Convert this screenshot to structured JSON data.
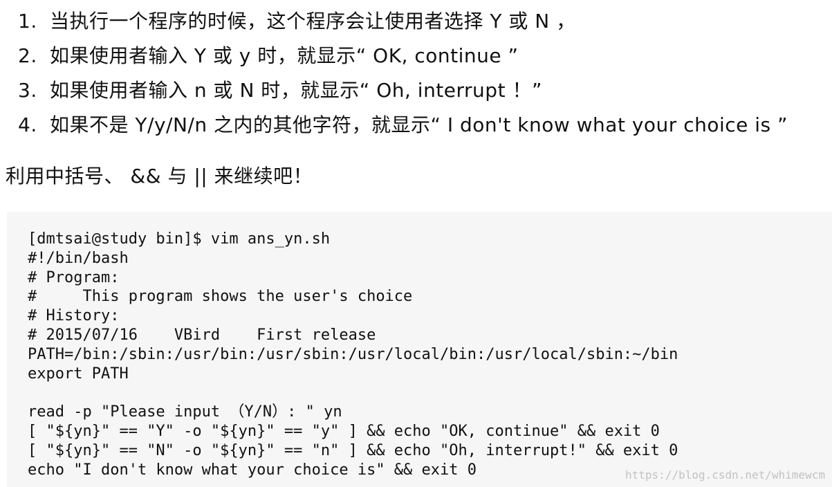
{
  "steps": [
    {
      "num": "1.",
      "text": "当执行一个程序的时候，这个程序会让使用者选择 Y 或 N ，"
    },
    {
      "num": "2.",
      "text": "如果使用者输入 Y 或 y 时，就显示“ OK, continue ”"
    },
    {
      "num": "3.",
      "text": "如果使用者输入 n 或 N 时，就显示“ Oh, interrupt ！”"
    },
    {
      "num": "4.",
      "text": "如果不是 Y/y/N/n 之内的其他字符，就显示“ I don't know what your choice is ”"
    }
  ],
  "note": "利用中括号、 && 与 || 来继续吧！",
  "code_lines": [
    "[dmtsai@study bin]$ vim ans_yn.sh",
    "#!/bin/bash",
    "# Program:",
    "#     This program shows the user's choice",
    "# History:",
    "# 2015/07/16    VBird    First release",
    "PATH=/bin:/sbin:/usr/bin:/usr/sbin:/usr/local/bin:/usr/local/sbin:~/bin",
    "export PATH",
    "",
    "read -p \"Please input （Y/N）: \" yn",
    "[ \"${yn}\" == \"Y\" -o \"${yn}\" == \"y\" ] && echo \"OK, continue\" && exit 0",
    "[ \"${yn}\" == \"N\" -o \"${yn}\" == \"n\" ] && echo \"Oh, interrupt!\" && exit 0",
    "echo \"I don't know what your choice is\" && exit 0"
  ],
  "watermark": "https://blog.csdn.net/whimewcm",
  "colors": {
    "text": "#111111",
    "code_background": "#f6f6f6",
    "watermark": "#c2c2c2"
  }
}
